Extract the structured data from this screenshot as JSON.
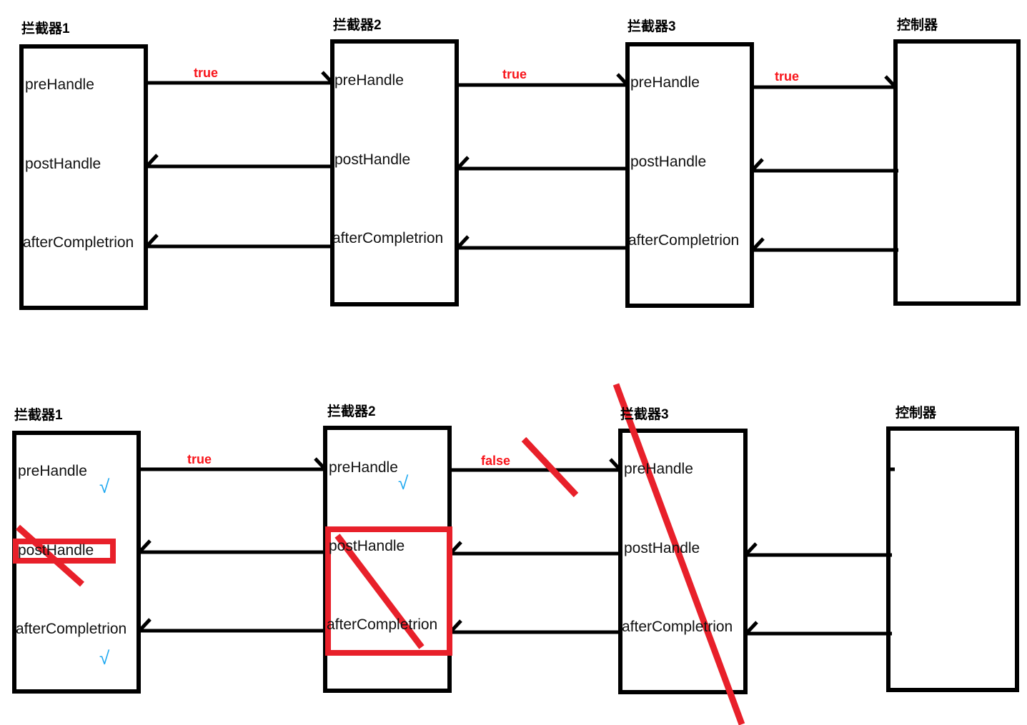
{
  "diagram": {
    "title": "Spring MVC Interceptor Chain Execution Flow",
    "colors": {
      "box_stroke": "#000000",
      "line": "#000000",
      "label_red": "#f8151b",
      "annotation_red": "#e8202a",
      "check_blue": "#1ba7f0",
      "background": "#ffffff"
    },
    "method_names": {
      "pre": "preHandle",
      "post": "postHandle",
      "after": "afterCompletrion"
    },
    "edge_values": {
      "true": "true",
      "false": "false"
    },
    "check_glyph": "√"
  },
  "top_flow": {
    "name": "normal-flow",
    "boxes": [
      {
        "id": "interceptor1",
        "title": "拦截器1",
        "methods": [
          "preHandle",
          "postHandle",
          "afterCompletrion"
        ]
      },
      {
        "id": "interceptor2",
        "title": "拦截器2",
        "methods": [
          "preHandle",
          "postHandle",
          "afterCompletrion"
        ]
      },
      {
        "id": "interceptor3",
        "title": "拦截器3",
        "methods": [
          "preHandle",
          "postHandle",
          "afterCompletrion"
        ]
      },
      {
        "id": "controller",
        "title": "控制器",
        "methods": []
      }
    ],
    "edges": [
      {
        "from": "interceptor1",
        "to": "interceptor2",
        "level": "preHandle",
        "label": "true",
        "direction": "forward"
      },
      {
        "from": "interceptor2",
        "to": "interceptor3",
        "level": "preHandle",
        "label": "true",
        "direction": "forward"
      },
      {
        "from": "interceptor3",
        "to": "controller",
        "level": "preHandle",
        "label": "true",
        "direction": "forward"
      },
      {
        "from": "interceptor2",
        "to": "interceptor1",
        "level": "postHandle",
        "label": "",
        "direction": "backward"
      },
      {
        "from": "interceptor3",
        "to": "interceptor2",
        "level": "postHandle",
        "label": "",
        "direction": "backward"
      },
      {
        "from": "controller",
        "to": "interceptor3",
        "level": "postHandle",
        "label": "",
        "direction": "backward"
      },
      {
        "from": "interceptor2",
        "to": "interceptor1",
        "level": "afterCompletrion",
        "label": "",
        "direction": "backward"
      },
      {
        "from": "interceptor3",
        "to": "interceptor2",
        "level": "afterCompletrion",
        "label": "",
        "direction": "backward"
      },
      {
        "from": "controller",
        "to": "interceptor3",
        "level": "afterCompletrion",
        "label": "",
        "direction": "backward"
      }
    ]
  },
  "bottom_flow": {
    "name": "interrupted-flow",
    "boxes": [
      {
        "id": "interceptor1",
        "title": "拦截器1",
        "methods": [
          "preHandle",
          "postHandle",
          "afterCompletrion"
        ]
      },
      {
        "id": "interceptor2",
        "title": "拦截器2",
        "methods": [
          "preHandle",
          "postHandle",
          "afterCompletrion"
        ]
      },
      {
        "id": "interceptor3",
        "title": "拦截器3",
        "methods": [
          "preHandle",
          "postHandle",
          "afterCompletrion"
        ]
      },
      {
        "id": "controller",
        "title": "控制器",
        "methods": []
      }
    ],
    "edges": [
      {
        "from": "interceptor1",
        "to": "interceptor2",
        "level": "preHandle",
        "label": "true",
        "direction": "forward"
      },
      {
        "from": "interceptor2",
        "to": "interceptor3",
        "level": "preHandle",
        "label": "false",
        "direction": "forward",
        "cancelled": true
      }
    ],
    "annotations": [
      {
        "type": "check",
        "target": "interceptor1.preHandle",
        "glyph": "√"
      },
      {
        "type": "check",
        "target": "interceptor1.afterCompletrion",
        "glyph": "√"
      },
      {
        "type": "check",
        "target": "interceptor2.preHandle",
        "glyph": "√"
      },
      {
        "type": "strike-box",
        "target": "interceptor1.postHandle",
        "note": "postHandle not executed"
      },
      {
        "type": "strike-box",
        "target": "interceptor2.postHandle+afterCompletrion",
        "note": "postHandle and afterCompletrion not executed"
      },
      {
        "type": "strike",
        "target": "interceptor2-to-interceptor3-edge",
        "note": "false stops the chain"
      },
      {
        "type": "strike",
        "target": "interceptor3",
        "note": "interceptor3 entirely skipped"
      }
    ]
  }
}
